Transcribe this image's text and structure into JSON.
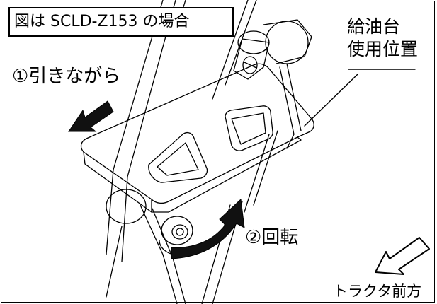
{
  "caption": "図は SCLD-Z153 の場合",
  "fuel_stand_label": [
    "給油台",
    "使用位置"
  ],
  "step1_label": "①引きながら",
  "step2_label": "②回転",
  "direction_label": "トラクタ前方",
  "colors": {
    "line": "#000000",
    "background": "#ffffff",
    "arrow_fill": "#111111"
  }
}
